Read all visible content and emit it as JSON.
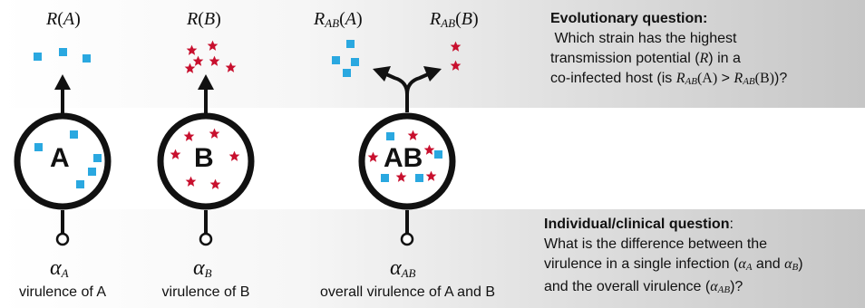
{
  "strains": {
    "a": {
      "circle_label": "A",
      "r_label": "R",
      "r_arg": "A",
      "alpha_symbol": "α",
      "alpha_sub": "A",
      "virulence_label": "virulence of A"
    },
    "b": {
      "circle_label": "B",
      "r_label": "R",
      "r_arg": "B",
      "alpha_symbol": "α",
      "alpha_sub": "B",
      "virulence_label": "virulence of B"
    },
    "ab": {
      "circle_label": "AB",
      "r_left": {
        "r": "R",
        "sub": "AB",
        "arg": "A"
      },
      "r_right": {
        "r": "R",
        "sub": "AB",
        "arg": "B"
      },
      "alpha_symbol": "α",
      "alpha_sub": "AB",
      "virulence_label": "overall virulence of A and B"
    }
  },
  "evolutionary_question": {
    "title": "Evolutionary question:",
    "line1": " Which strain has the highest",
    "line2_pre": "transmission potential (",
    "line2_r": "R",
    "line2_post": ") in a",
    "line3_pre": "co-infected host (is ",
    "cmp_left_r": "R",
    "cmp_left_sub": "AB",
    "cmp_left_arg": "(A)",
    "cmp_op": " > ",
    "cmp_right_r": "R",
    "cmp_right_sub": "AB",
    "cmp_right_arg": "(B)",
    "line3_post": ")?"
  },
  "clinical_question": {
    "title": "Individual/clinical question",
    "title_colon": ":",
    "line1": "What is the difference between the",
    "line2_pre": "virulence in a single infection (",
    "a1": "α",
    "a1_sub": "A",
    "line2_and": " and ",
    "a2": "α",
    "a2_sub": "B",
    "line2_post": ")",
    "line3_pre": "and the overall virulence (",
    "a3": "α",
    "a3_sub": "AB",
    "line3_post": ")?"
  },
  "colors": {
    "blue_square": "#2aa8e0",
    "red_star": "#c8102e",
    "ink": "#111111"
  },
  "icons": {
    "pathogen_a": "blue-square",
    "pathogen_b": "red-star"
  }
}
